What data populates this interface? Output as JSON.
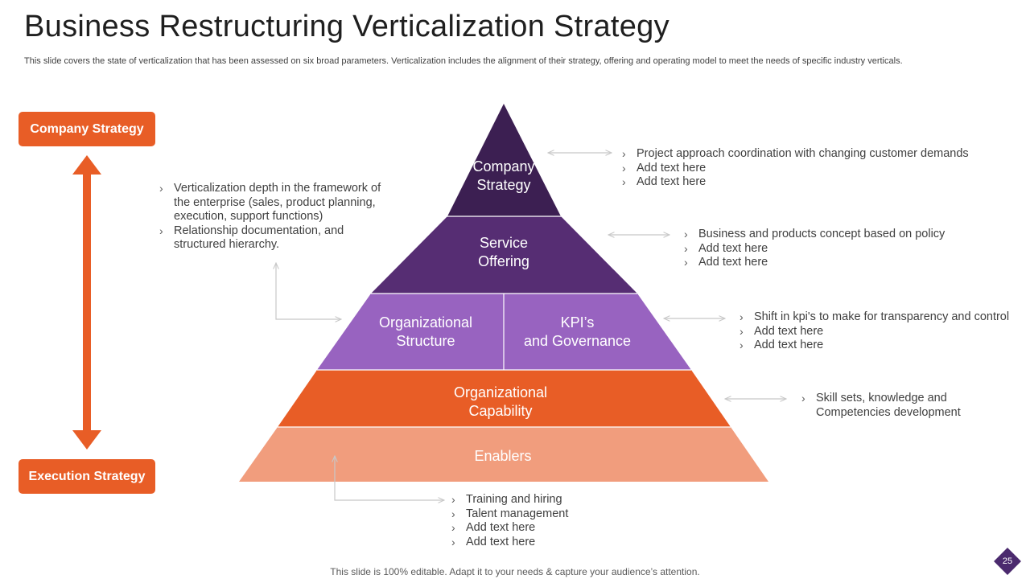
{
  "title": "Business Restructuring Verticalization Strategy",
  "subtitle": "This slide covers the state of verticalization that has been assessed on six broad parameters. Verticalization includes the alignment of their strategy, offering and operating model to meet the needs of specific industry verticals.",
  "side": {
    "top_label": "Company Strategy",
    "bottom_label": "Execution Strategy"
  },
  "pyramid": {
    "company_strategy": [
      "Company",
      "Strategy"
    ],
    "service_offering": [
      "Service",
      "Offering"
    ],
    "org_structure": [
      "Organizational",
      "Structure"
    ],
    "kpis": [
      "KPI’s",
      "and Governance"
    ],
    "org_capability": [
      "Organizational",
      "Capability"
    ],
    "enablers": "Enablers"
  },
  "colors": {
    "company_strategy": "#3c1f52",
    "service_offering": "#562d73",
    "org_structure": "#9863c0",
    "org_capability": "#e85d26",
    "enablers": "#f19d7d",
    "accent": "#e85d26"
  },
  "notes": {
    "left": [
      "Verticalization depth in the framework of the enterprise (sales, product planning, execution, support functions)",
      "Relationship documentation, and structured hierarchy."
    ],
    "company_strategy": [
      "Project approach coordination with changing customer demands",
      "Add text here",
      "Add text here"
    ],
    "service_offering": [
      "Business and products concept based on policy",
      "Add text here",
      "Add text here"
    ],
    "kpis": [
      "Shift in kpi's to make for transparency and control",
      "Add text here",
      "Add text here"
    ],
    "org_capability": [
      "Skill sets, knowledge and Competencies development"
    ],
    "enablers": [
      "Training and hiring",
      "Talent management",
      "Add text here",
      "Add text here"
    ]
  },
  "footer": "This slide is 100% editable. Adapt it to your needs & capture your audience’s attention.",
  "page_number": "25"
}
